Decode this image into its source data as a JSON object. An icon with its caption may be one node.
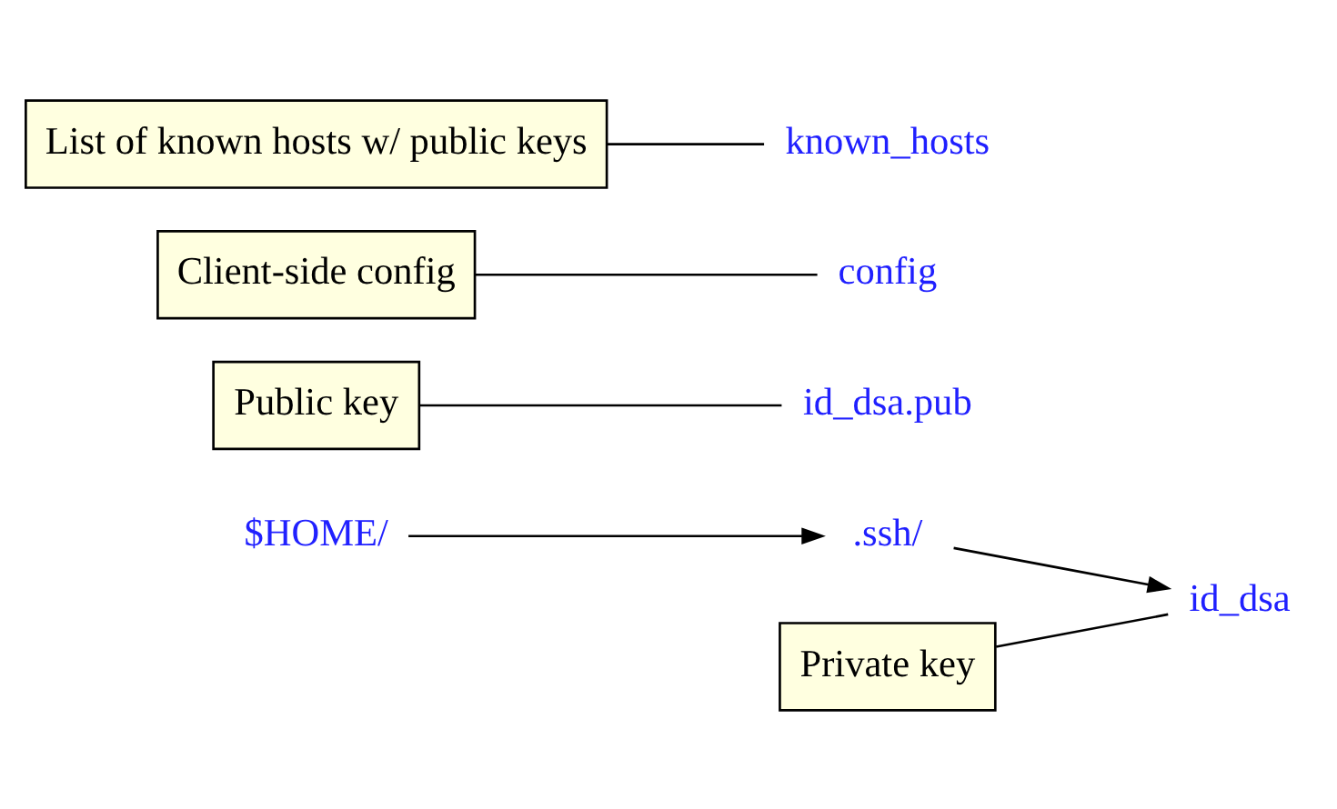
{
  "diagram": {
    "nodes": [
      {
        "text": [
          "$HOME/"
        ]
      },
      {
        "text": [
          ".ssh/"
        ]
      },
      {
        "text": [
          "id_dsa"
        ]
      },
      {
        "text": [
          "id_dsa.pub"
        ]
      },
      {
        "text": [
          "config"
        ]
      },
      {
        "text": [
          "known_hosts"
        ]
      },
      {
        "text": [
          "Private key"
        ]
      },
      {
        "text": [
          "Public key"
        ]
      },
      {
        "text": [
          "Client-side config"
        ]
      },
      {
        "text": [
          "List of known hosts w/ public keys"
        ]
      }
    ],
    "edges": [
      {
        "from": 0,
        "to": 1,
        "arrow": "to"
      },
      {
        "from": 1,
        "to": 2,
        "arrow": "to"
      },
      {
        "from": 6,
        "to": 2,
        "arrow": "none"
      },
      {
        "from": 7,
        "to": 3,
        "arrow": "none"
      },
      {
        "from": 8,
        "to": 4,
        "arrow": "none"
      },
      {
        "from": 9,
        "to": 5,
        "arrow": "none"
      }
    ]
  }
}
